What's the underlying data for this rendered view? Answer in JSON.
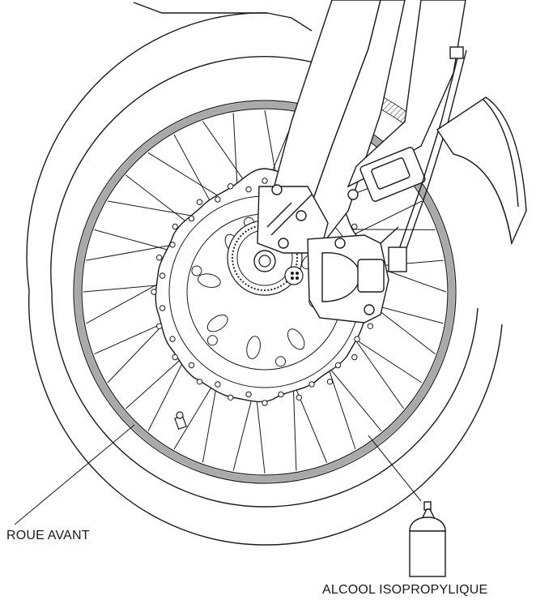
{
  "labels": {
    "front_wheel": "ROUE AVANT",
    "spray_can": "ALCOOL ISOPROPYLIQUE"
  },
  "colors": {
    "line": "#1a1a1a",
    "rim_band": "#a9a9a9",
    "hatch": "#9a9a9a",
    "background": "#ffffff"
  },
  "icons": [
    "front-wheel",
    "spray-can-icon",
    "brake-disc",
    "fork",
    "brake-caliper",
    "fender"
  ]
}
